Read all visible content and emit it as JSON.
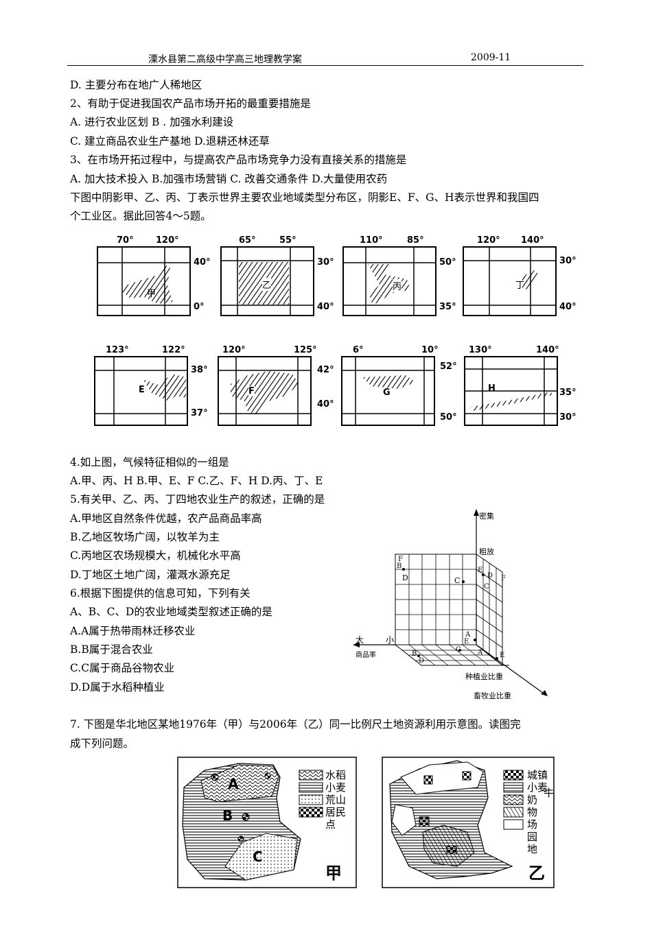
{
  "header": {
    "title": "溧水县第二高级中学高三地理教学案",
    "date": "2009-11"
  },
  "lines": [
    "D. 主要分布在地广人稀地区",
    "2、有助于促进我国农产品市场开拓的最重要措施是",
    "  A. 进行农业区划        B . 加强水利建设",
    "C. 建立商品农业生产基地        D.退耕还林还草",
    "3、在市场开拓过程中，与提高农产品市场竞争力没有直接关系的措施是",
    "  A. 加大技术投入      B.加强市场营销        C. 改善交通条件        D.大量使用农药",
    "下图中阴影甲、乙、丙、丁表示世界主要农业地域类型分布区，阴影E、F、G、H表示世界和我国四",
    "个工业区。据此回答4～5题。"
  ],
  "maps_row1": [
    {
      "top": [
        "70°",
        "120°"
      ],
      "side": [
        "40°",
        "0°"
      ],
      "label": "甲"
    },
    {
      "top": [
        "65°",
        "55°"
      ],
      "side": [
        "30°",
        "40°"
      ],
      "label": "乙"
    },
    {
      "top": [
        "110°",
        "85°"
      ],
      "side": [
        "50°",
        "35°"
      ],
      "label": "丙"
    },
    {
      "top": [
        "120°",
        "140°"
      ],
      "side": [
        "30°",
        "40°"
      ],
      "label": "丁"
    }
  ],
  "maps_row2": [
    {
      "top": [
        "123°",
        "122°"
      ],
      "side": [
        "38°",
        "37°"
      ],
      "label": "E"
    },
    {
      "top": [
        "120°",
        "125°"
      ],
      "side": [
        "42°",
        "40°"
      ],
      "label": "F"
    },
    {
      "top": [
        "6°",
        "10°"
      ],
      "side": [
        "52°",
        "50°"
      ],
      "label": "G"
    },
    {
      "top": [
        "130°",
        "140°"
      ],
      "side": [
        "35°",
        "30°"
      ],
      "label": "H"
    }
  ],
  "questions": [
    "4.如上图，气候特征相似的一组是",
    "A.甲、丙、H        B.甲、E、F        C.乙、F、H        D.丙、丁、E",
    "5.有关甲、乙、丙、丁四地农业生产的叙述，正确的是",
    "A.甲地区自然条件优越，农产品商品率高",
    "B.乙地区牧场广阔，以牧羊为主",
    "C.丙地区农场规模大，机械化水平高",
    "D.丁地区土地广阔，灌溉水源充足",
    "6.根据下图提供的信息可知，下列有关",
    "A、B、C、D的农业地域类型叙述正确的是",
    "A.A属于热带雨林迁移农业",
    "B.B属于混合农业",
    "C.C属于商品谷物农业",
    "D.D属于水稻种植业"
  ],
  "chart3d": {
    "axis_dense": "密集",
    "axis_extensive": "粗放",
    "axis_big": "大",
    "axis_small": "小",
    "axis_commodity": "商品率",
    "axis_crop": "种植业比重",
    "axis_livestock": "畜牧业比重",
    "points": [
      "F",
      "B",
      "D",
      "C",
      "E",
      "D",
      "C",
      "F",
      "A",
      "E",
      "A",
      "C",
      "B",
      "D",
      "E"
    ]
  },
  "q7": [
    "7. 下图是华北地区某地1976年（甲）与2006年（乙）同一比例尺土地资源利用示意图。读图完",
    "成下列问题。"
  ],
  "map_jia": {
    "labels": [
      "A",
      "B",
      "C"
    ],
    "legend": [
      "水稻",
      "小麦",
      "荒山",
      "居民",
      "点"
    ],
    "title": "甲"
  },
  "map_yi": {
    "legend": [
      "城镇",
      "小麦",
      "牛",
      "奶",
      "物",
      "场",
      "园",
      "地"
    ],
    "title": "乙"
  }
}
